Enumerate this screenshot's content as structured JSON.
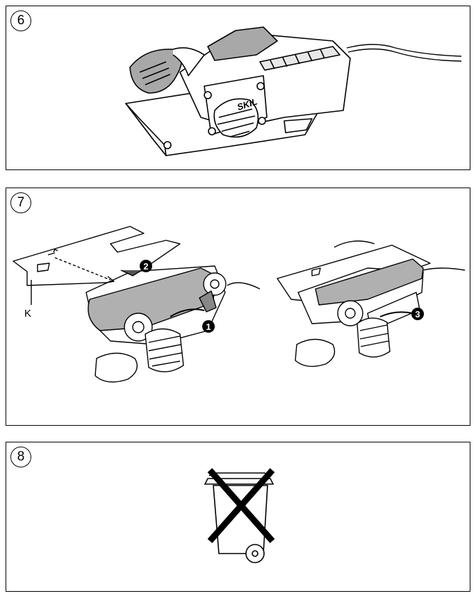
{
  "figures": [
    {
      "number": "6"
    },
    {
      "number": "7",
      "callout_label": "K",
      "steps": [
        "1",
        "2",
        "3"
      ]
    },
    {
      "number": "8"
    }
  ],
  "brand_mark": "SKIL",
  "icons": [
    "belt-sander-illustration",
    "sanding-belt-replacement-illustration",
    "crossed-out-wheelie-bin-icon"
  ]
}
